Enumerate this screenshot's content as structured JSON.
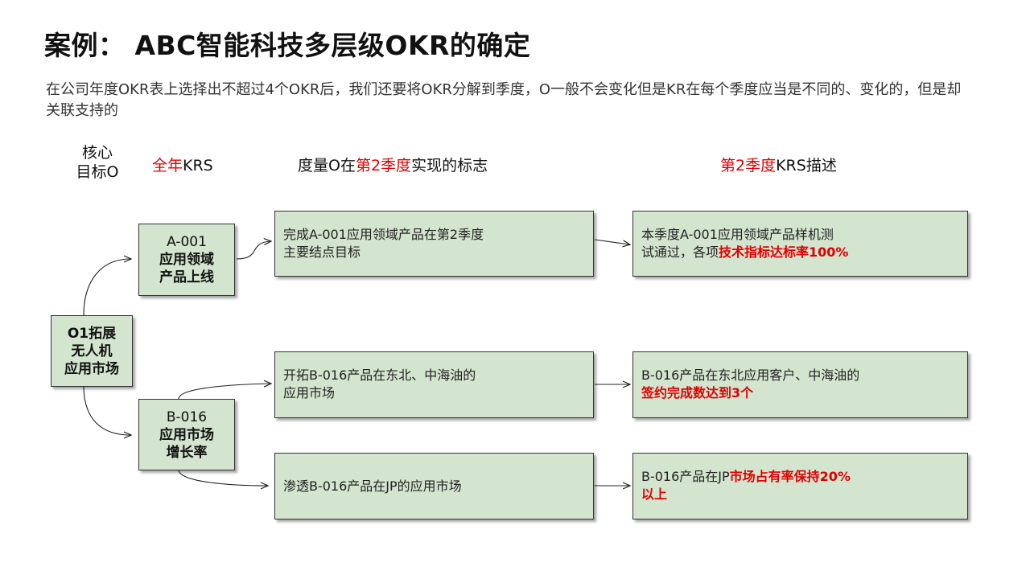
{
  "title": "案例： ABC智能科技多层级OKR的确定",
  "intro": "在公司年度OKR表上选择出不超过4个OKR后，我们还要将OKR分解到季度，O一般不会变化但是KR在每个季度应当是不同的、变化的，但是却关联支持的",
  "headers": {
    "col1_line1": "核心",
    "col1_line2": "目标O",
    "col2_red": "全年",
    "col2_rest": "KRS",
    "col3_pre": "度量O在",
    "col3_red": "第2季度",
    "col3_post": "实现的标志",
    "col4_red": "第2季度",
    "col4_rest": "KRS描述"
  },
  "objective": {
    "line1": "O1拓展",
    "line2": "无人机",
    "line3": "应用市场"
  },
  "kr_a": {
    "line1": "A-001",
    "line2": "应用领域",
    "line3": "产品上线"
  },
  "kr_b": {
    "line1": "B-016",
    "line2": "应用市场",
    "line3": "增长率"
  },
  "q2_markers": [
    {
      "line1": "完成A-001应用领域产品在第2季度",
      "line2": "主要结点目标"
    },
    {
      "line1": "开拓B-016产品在东北、中海油的",
      "line2": "应用市场"
    },
    {
      "line1": "渗透B-016产品在JP的应用市场"
    }
  ],
  "q2_krs": [
    {
      "line1": "本季度A-001应用领域产品样机测",
      "line2_plain": "试通过，各项",
      "line2_red": "技术指标达标率100%"
    },
    {
      "line1": "B-016产品在东北应用客户、中海油的",
      "line2_red": "签约完成数达到3个"
    },
    {
      "line1_plain": "B-016产品在JP",
      "line1_red": "市场占有率保持20%",
      "line2_red": "以上"
    }
  ],
  "colors": {
    "box_fill": "#d3e4cf",
    "highlight": "#e00000"
  }
}
